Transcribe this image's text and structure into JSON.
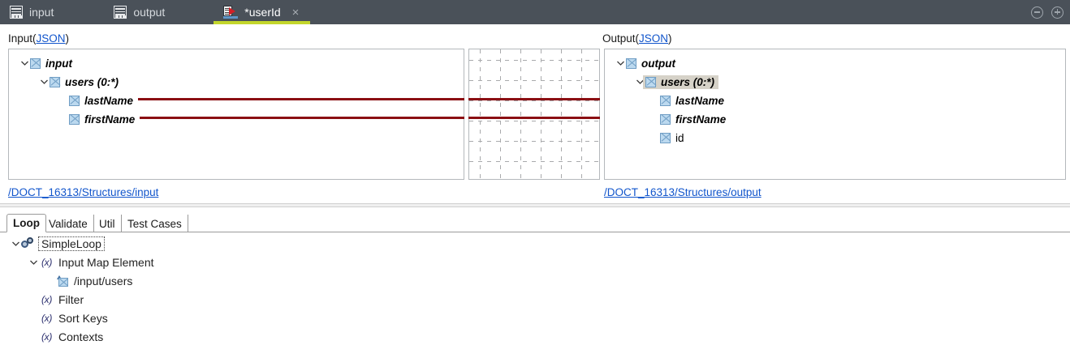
{
  "window": {
    "minimize_icon": "minimize-circle-icon",
    "maximize_icon": "maximize-circle-icon"
  },
  "tabs": [
    {
      "label": "input",
      "icon": "document-grid-icon",
      "active": false,
      "closable": false
    },
    {
      "label": "output",
      "icon": "document-grid-icon",
      "active": false,
      "closable": false
    },
    {
      "label": "*userId",
      "icon": "map-transform-icon",
      "active": true,
      "closable": true,
      "close_glyph": "×"
    }
  ],
  "panels": {
    "input": {
      "title": "Input",
      "format_open": "(",
      "format_link": "JSON",
      "format_close": ")",
      "breadcrumb": "/DOCT_16313/Structures/input",
      "tree": [
        {
          "label": "input",
          "depth": 0,
          "expanded": true,
          "twisty": true,
          "style": "bold-italic",
          "selected": false
        },
        {
          "label": "users (0:*)",
          "depth": 1,
          "expanded": true,
          "twisty": true,
          "style": "bold-italic",
          "selected": false
        },
        {
          "label": "lastName",
          "depth": 2,
          "expanded": false,
          "twisty": false,
          "style": "bold-italic",
          "selected": false
        },
        {
          "label": "firstName",
          "depth": 2,
          "expanded": false,
          "twisty": false,
          "style": "bold-italic",
          "selected": false
        }
      ]
    },
    "output": {
      "title": "Output",
      "format_open": "(",
      "format_link": "JSON",
      "format_close": ")",
      "breadcrumb": "/DOCT_16313/Structures/output",
      "tree": [
        {
          "label": "output",
          "depth": 0,
          "expanded": true,
          "twisty": true,
          "style": "bold-italic",
          "selected": false
        },
        {
          "label": "users (0:*)",
          "depth": 1,
          "expanded": true,
          "twisty": true,
          "style": "bold-italic",
          "selected": true
        },
        {
          "label": "lastName",
          "depth": 2,
          "expanded": false,
          "twisty": false,
          "style": "bold-italic",
          "selected": false
        },
        {
          "label": "firstName",
          "depth": 2,
          "expanded": false,
          "twisty": false,
          "style": "bold-italic",
          "selected": false
        },
        {
          "label": "id",
          "depth": 2,
          "expanded": false,
          "twisty": false,
          "style": "normal",
          "selected": false
        }
      ]
    }
  },
  "mappings": [
    {
      "from": "lastName",
      "to": "lastName",
      "color": "#8b0f13"
    },
    {
      "from": "firstName",
      "to": "firstName",
      "color": "#8b0f13"
    }
  ],
  "bottom": {
    "tabs": [
      {
        "label": "Loop",
        "active": true
      },
      {
        "label": "Validate",
        "active": false
      },
      {
        "label": "Util",
        "active": false
      },
      {
        "label": "Test Cases",
        "active": false
      }
    ],
    "tree": [
      {
        "label": "SimpleLoop",
        "depth": 0,
        "icon": "gears-icon",
        "twisty": true,
        "expanded": true,
        "focused": true
      },
      {
        "label": "Input Map Element",
        "depth": 1,
        "icon": "function-icon",
        "twisty": true,
        "expanded": true,
        "focused": false
      },
      {
        "label": "/input/users",
        "depth": 2,
        "icon": "xpath-icon",
        "twisty": false,
        "expanded": false,
        "focused": false
      },
      {
        "label": "Filter",
        "depth": 1,
        "icon": "function-icon",
        "twisty": false,
        "expanded": false,
        "focused": false
      },
      {
        "label": "Sort Keys",
        "depth": 1,
        "icon": "function-icon",
        "twisty": false,
        "expanded": false,
        "focused": false
      },
      {
        "label": "Contexts",
        "depth": 1,
        "icon": "function-icon",
        "twisty": false,
        "expanded": false,
        "focused": false
      }
    ]
  },
  "colors": {
    "tabbar_bg": "#4a5159",
    "active_tab_underline": "#c3d62c",
    "link": "#1155cc",
    "wire": "#8b0f13",
    "selection": "#d6d2c8",
    "node_icon_fill": "#bcd9ef",
    "node_icon_stroke": "#6f9dc4"
  }
}
